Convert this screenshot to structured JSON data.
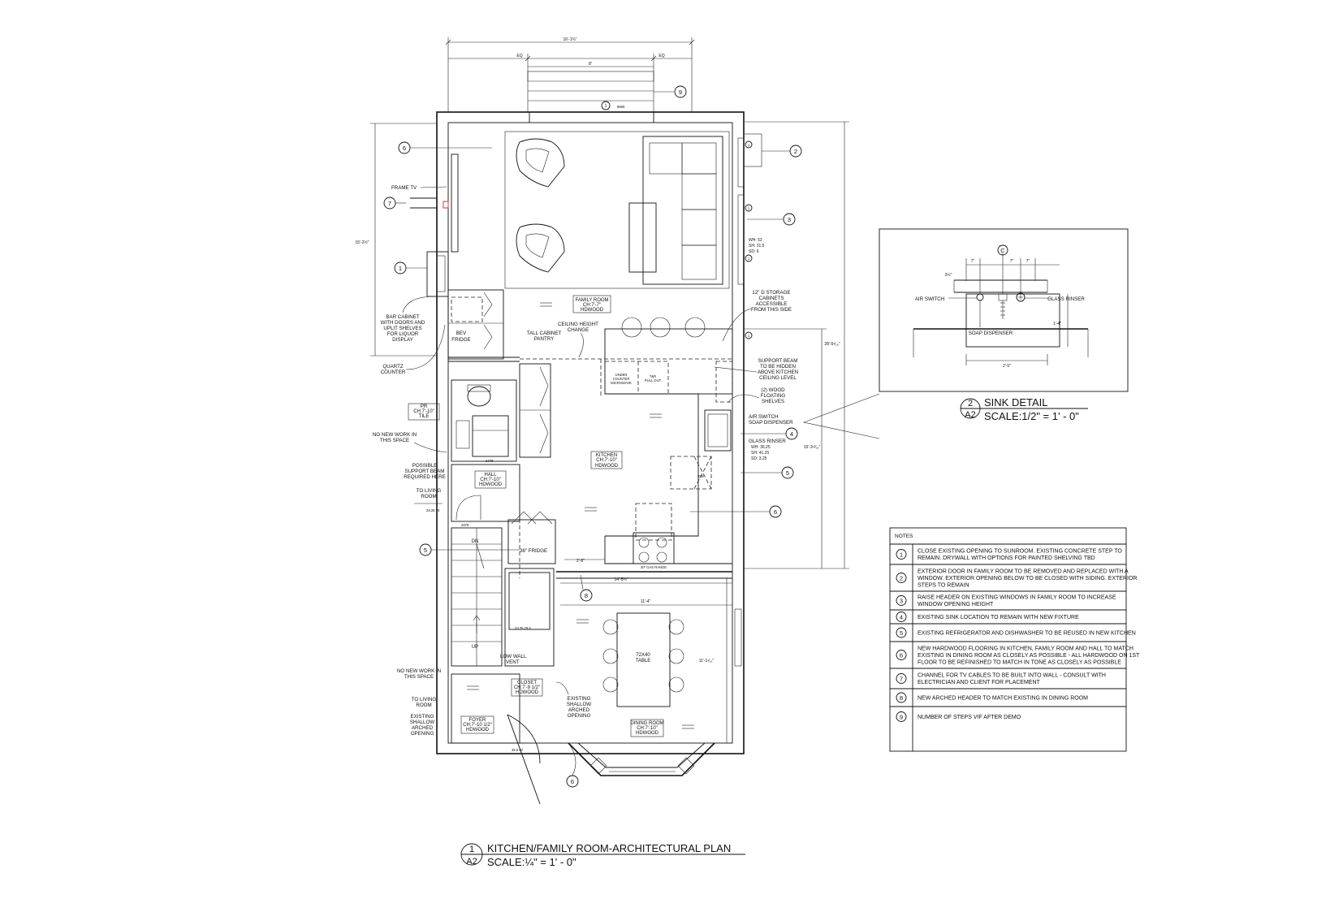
{
  "dimensions": {
    "overall_width": "16'-1¾\"",
    "eq_left": "EQ",
    "eq_right": "EQ",
    "window_width": "8'",
    "door_9680": "9680",
    "left_height": "15'-2½\"",
    "right_height_total": "28'-5⁵⁄₁₆\"",
    "right_height_kitchen": "15'-3¹³⁄₁₆\"",
    "door_2478": "2478",
    "door_2878": "2878",
    "door_2825": "28.25 78",
    "door_2375": "23.75 79.5",
    "door_3580": "35.5 80",
    "pass_width": "2'-8\"",
    "dining_width_outer": "14'-5¾\"",
    "dining_width_inner": "11'-4\"",
    "dining_height": "11'-1¹⁄₁₆\""
  },
  "labels": {
    "frame_tv": "FRAME TV",
    "bar_cabinet": [
      "BAR CABINET",
      "WITH DOORS AND",
      "UPLIT SHELVES",
      "FOR LIQUOR",
      "DISPLAY"
    ],
    "bev_fridge": [
      "BEV",
      "FRIDGE"
    ],
    "quartz_counter": [
      "QUARTZ",
      "COUNTER"
    ],
    "tall_cabinet": [
      "TALL CABINET",
      "PANTRY"
    ],
    "ceiling_height": [
      "CEILING HEIGHT",
      "CHANGE"
    ],
    "storage": [
      "12\" D STORAGE",
      "CABINETS",
      "ACCESSIBLE",
      "FROM THIS SIDE"
    ],
    "support_beam": [
      "SUPPORT BEAM",
      "TO BE HIDDEN",
      "ABOVE KITCHEN",
      "CEILING LEVEL"
    ],
    "wood_shelves": [
      "(2) WOOD",
      "FLOATING",
      "SHELVES"
    ],
    "air_switch": "AIR SWITCH",
    "soap_dispenser": "SOAP DISPENSER",
    "glass_rinser": "GLASS RINSER",
    "win_a": [
      "WH: 52",
      "SH: 31.5",
      "SD: 6"
    ],
    "win_b": [
      "WH: 36.25",
      "SH: 41.25",
      "SD: 3.25"
    ],
    "no_new_work": [
      "NO NEW WORK IN",
      "THIS SPACE"
    ],
    "possible_beam": [
      "POSSIBLE",
      "SUPPORT BEAM",
      "REQUIRED HERE"
    ],
    "to_living_room": [
      "TO LIVING",
      "ROOM"
    ],
    "dn": "DN",
    "up": "UP",
    "fridge": "36\" FRIDGE",
    "low_wall_vent": [
      "LOW WALL",
      "VENT"
    ],
    "existing_arch": [
      "EXISTING",
      "SHALLOW",
      "ARCHED",
      "OPENING"
    ],
    "table": [
      "72X40",
      "TABLE"
    ],
    "dw": "DW",
    "microwave": [
      "UNDER",
      "COUNTER",
      "MICROWAVE"
    ],
    "trash": [
      "T&R",
      "PULL OUT"
    ],
    "range": "30\" GAS RANGE"
  },
  "rooms": {
    "family": [
      "FAMILY ROOM",
      "CH:7'-7\"",
      "HDWOOD"
    ],
    "kitchen": [
      "KITCHEN",
      "CH:7'-10\"",
      "HDWOOD"
    ],
    "pr": [
      "PR",
      "CH:7'-10\"",
      "TILE"
    ],
    "hall": [
      "HALL",
      "CH:7'-10\"",
      "HDWOOD"
    ],
    "closet": [
      "CLOSET",
      "CH:7'-9 1/2\"",
      "HDWOOD"
    ],
    "foyer": [
      "FOYER",
      "CH:7'-10 1/2\"",
      "HDWOOD"
    ],
    "dining": [
      "DINING ROOM",
      "CH:7'-10\"",
      "HDWOOD"
    ]
  },
  "tags": [
    "1",
    "2",
    "3",
    "4",
    "5",
    "6",
    "7",
    "8",
    "9"
  ],
  "sink_detail": {
    "dims_top": [
      "7\"",
      "7\"",
      "7\""
    ],
    "dim_left": "3½\"",
    "height": "1'-4\"",
    "width": "2'-5\"",
    "air_switch": "AIR SWITCH",
    "glass_rinser": "GLASS RINSER",
    "soap_dispenser": "SOAP DISPENSER",
    "center_mark": "C",
    "ref_num": "2",
    "ref_sheet": "A2",
    "title": "SINK DETAIL",
    "scale": "SCALE:1/2\" = 1' - 0\""
  },
  "plan_title": {
    "ref_num": "1",
    "ref_sheet": "A2",
    "title": "KITCHEN/FAMILY ROOM-ARCHITECTURAL PLAN",
    "scale": "SCALE:¼\" = 1' - 0\""
  },
  "notes": {
    "header": "NOTES",
    "items": [
      {
        "num": "1",
        "lines": [
          "CLOSE EXISTING OPENING TO SUNROOM. EXISTING CONCRETE STEP TO",
          "REMAIN. DRYWALL WITH OPTIONS FOR PAINTED SHELVING TBD"
        ]
      },
      {
        "num": "2",
        "lines": [
          "EXTERIOR DOOR IN FAMILY ROOM TO BE REMOVED AND REPLACED WITH A",
          "WINDOW. EXTERIOR OPENING BELOW TO BE CLOSED WITH SIDING. EXTERIOR",
          "STEPS TO REMAIN"
        ]
      },
      {
        "num": "3",
        "lines": [
          "RAISE HEADER ON EXISTING WINDOWS IN FAMILY ROOM TO INCREASE",
          "WINDOW OPENING HEIGHT"
        ]
      },
      {
        "num": "4",
        "lines": [
          "EXISTING SINK LOCATION TO REMAIN WITH NEW FIXTURE"
        ]
      },
      {
        "num": "5",
        "lines": [
          "EXISTING REFRIGERATOR AND DISHWASHER TO BE REUSED IN NEW KITCHEN"
        ]
      },
      {
        "num": "6",
        "lines": [
          "NEW HARDWOOD FLOORING IN KITCHEN, FAMILY ROOM AND HALL TO MATCH",
          "EXISTING IN DINING ROOM AS CLOSELY AS POSSIBLE - ALL HARDWOOD ON 1ST",
          "FLOOR TO BE REFINISHED TO MATCH IN TONE AS CLOSELY AS POSSIBLE"
        ]
      },
      {
        "num": "7",
        "lines": [
          "CHANNEL FOR TV CABLES TO BE BUILT INTO WALL - CONSULT WITH",
          "ELECTRICIAN AND CLIENT FOR PLACEMENT"
        ]
      },
      {
        "num": "8",
        "lines": [
          "NEW ARCHED HEADER TO MATCH EXISTING IN DINING ROOM"
        ]
      },
      {
        "num": "9",
        "lines": [
          "NUMBER OF STEPS VIF AFTER DEMO"
        ]
      }
    ]
  }
}
